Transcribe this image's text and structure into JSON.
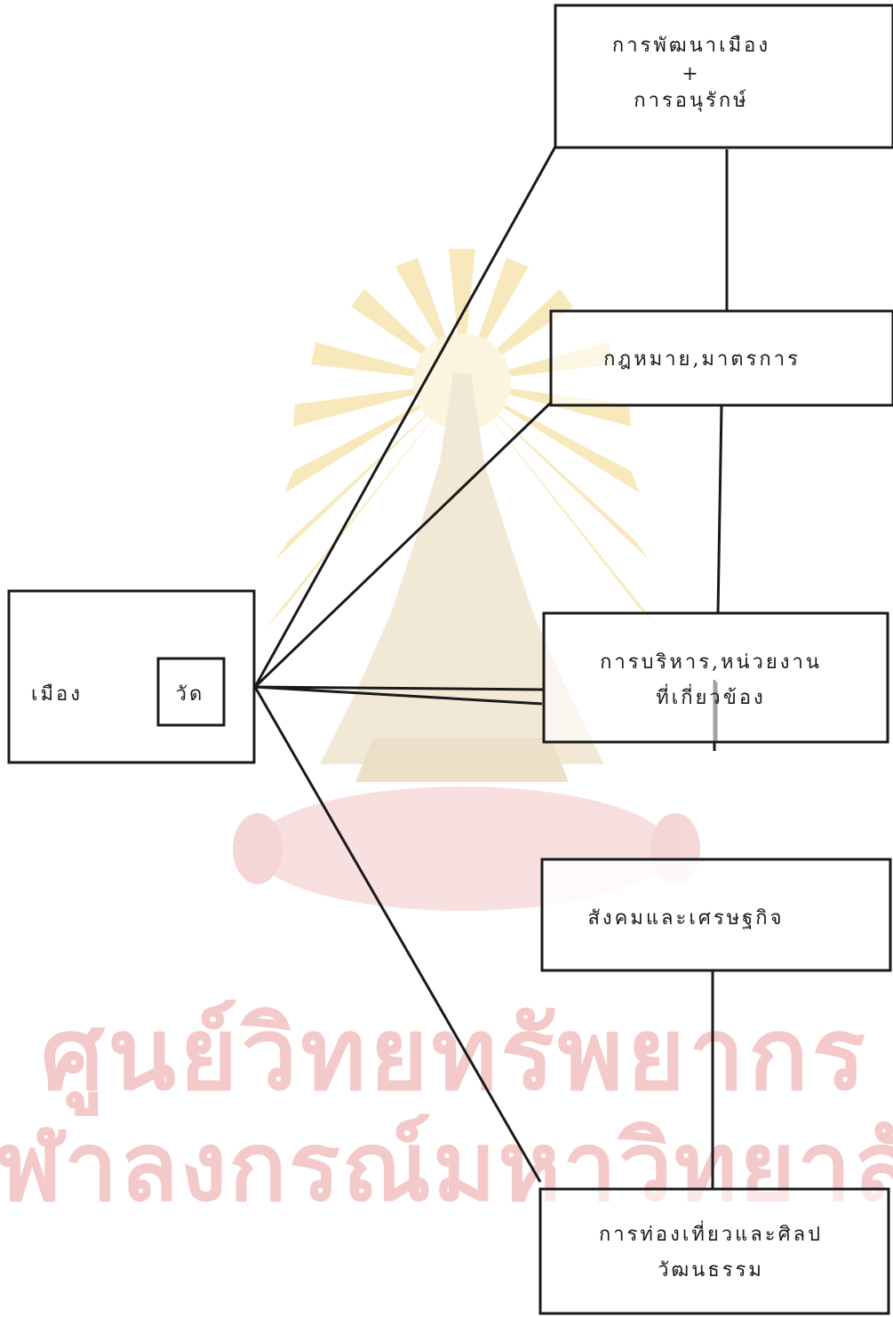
{
  "diagram": {
    "city_box": {
      "label": "เมือง",
      "inner_label": "วัด"
    },
    "nodes": [
      {
        "id": "dev-conservation",
        "lines": [
          "การพัฒนาเมือง",
          "+",
          "การอนุรักษ์"
        ]
      },
      {
        "id": "law-measures",
        "lines": [
          "กฎหมาย,มาตรการ"
        ]
      },
      {
        "id": "administration",
        "lines": [
          "การบริหาร,หน่วยงาน",
          "ที่เกี่ยวข้อง"
        ]
      },
      {
        "id": "society-economy",
        "lines": [
          "สังคมและเศรษฐกิจ"
        ]
      },
      {
        "id": "tourism-culture",
        "lines": [
          "การท่องเที่ยวและศิลป",
          "วัฒนธรรม"
        ]
      }
    ]
  },
  "watermark": {
    "line1": "ศูนย์วิทยทรัพยากร",
    "line2": "จุฬาลงกรณ์มหาวิทยาลัย",
    "color": "#f4c9c9",
    "emblem_color": "#f6e6b0"
  },
  "colors": {
    "ink": "#1a1a1a",
    "paper": "#ffffff"
  }
}
